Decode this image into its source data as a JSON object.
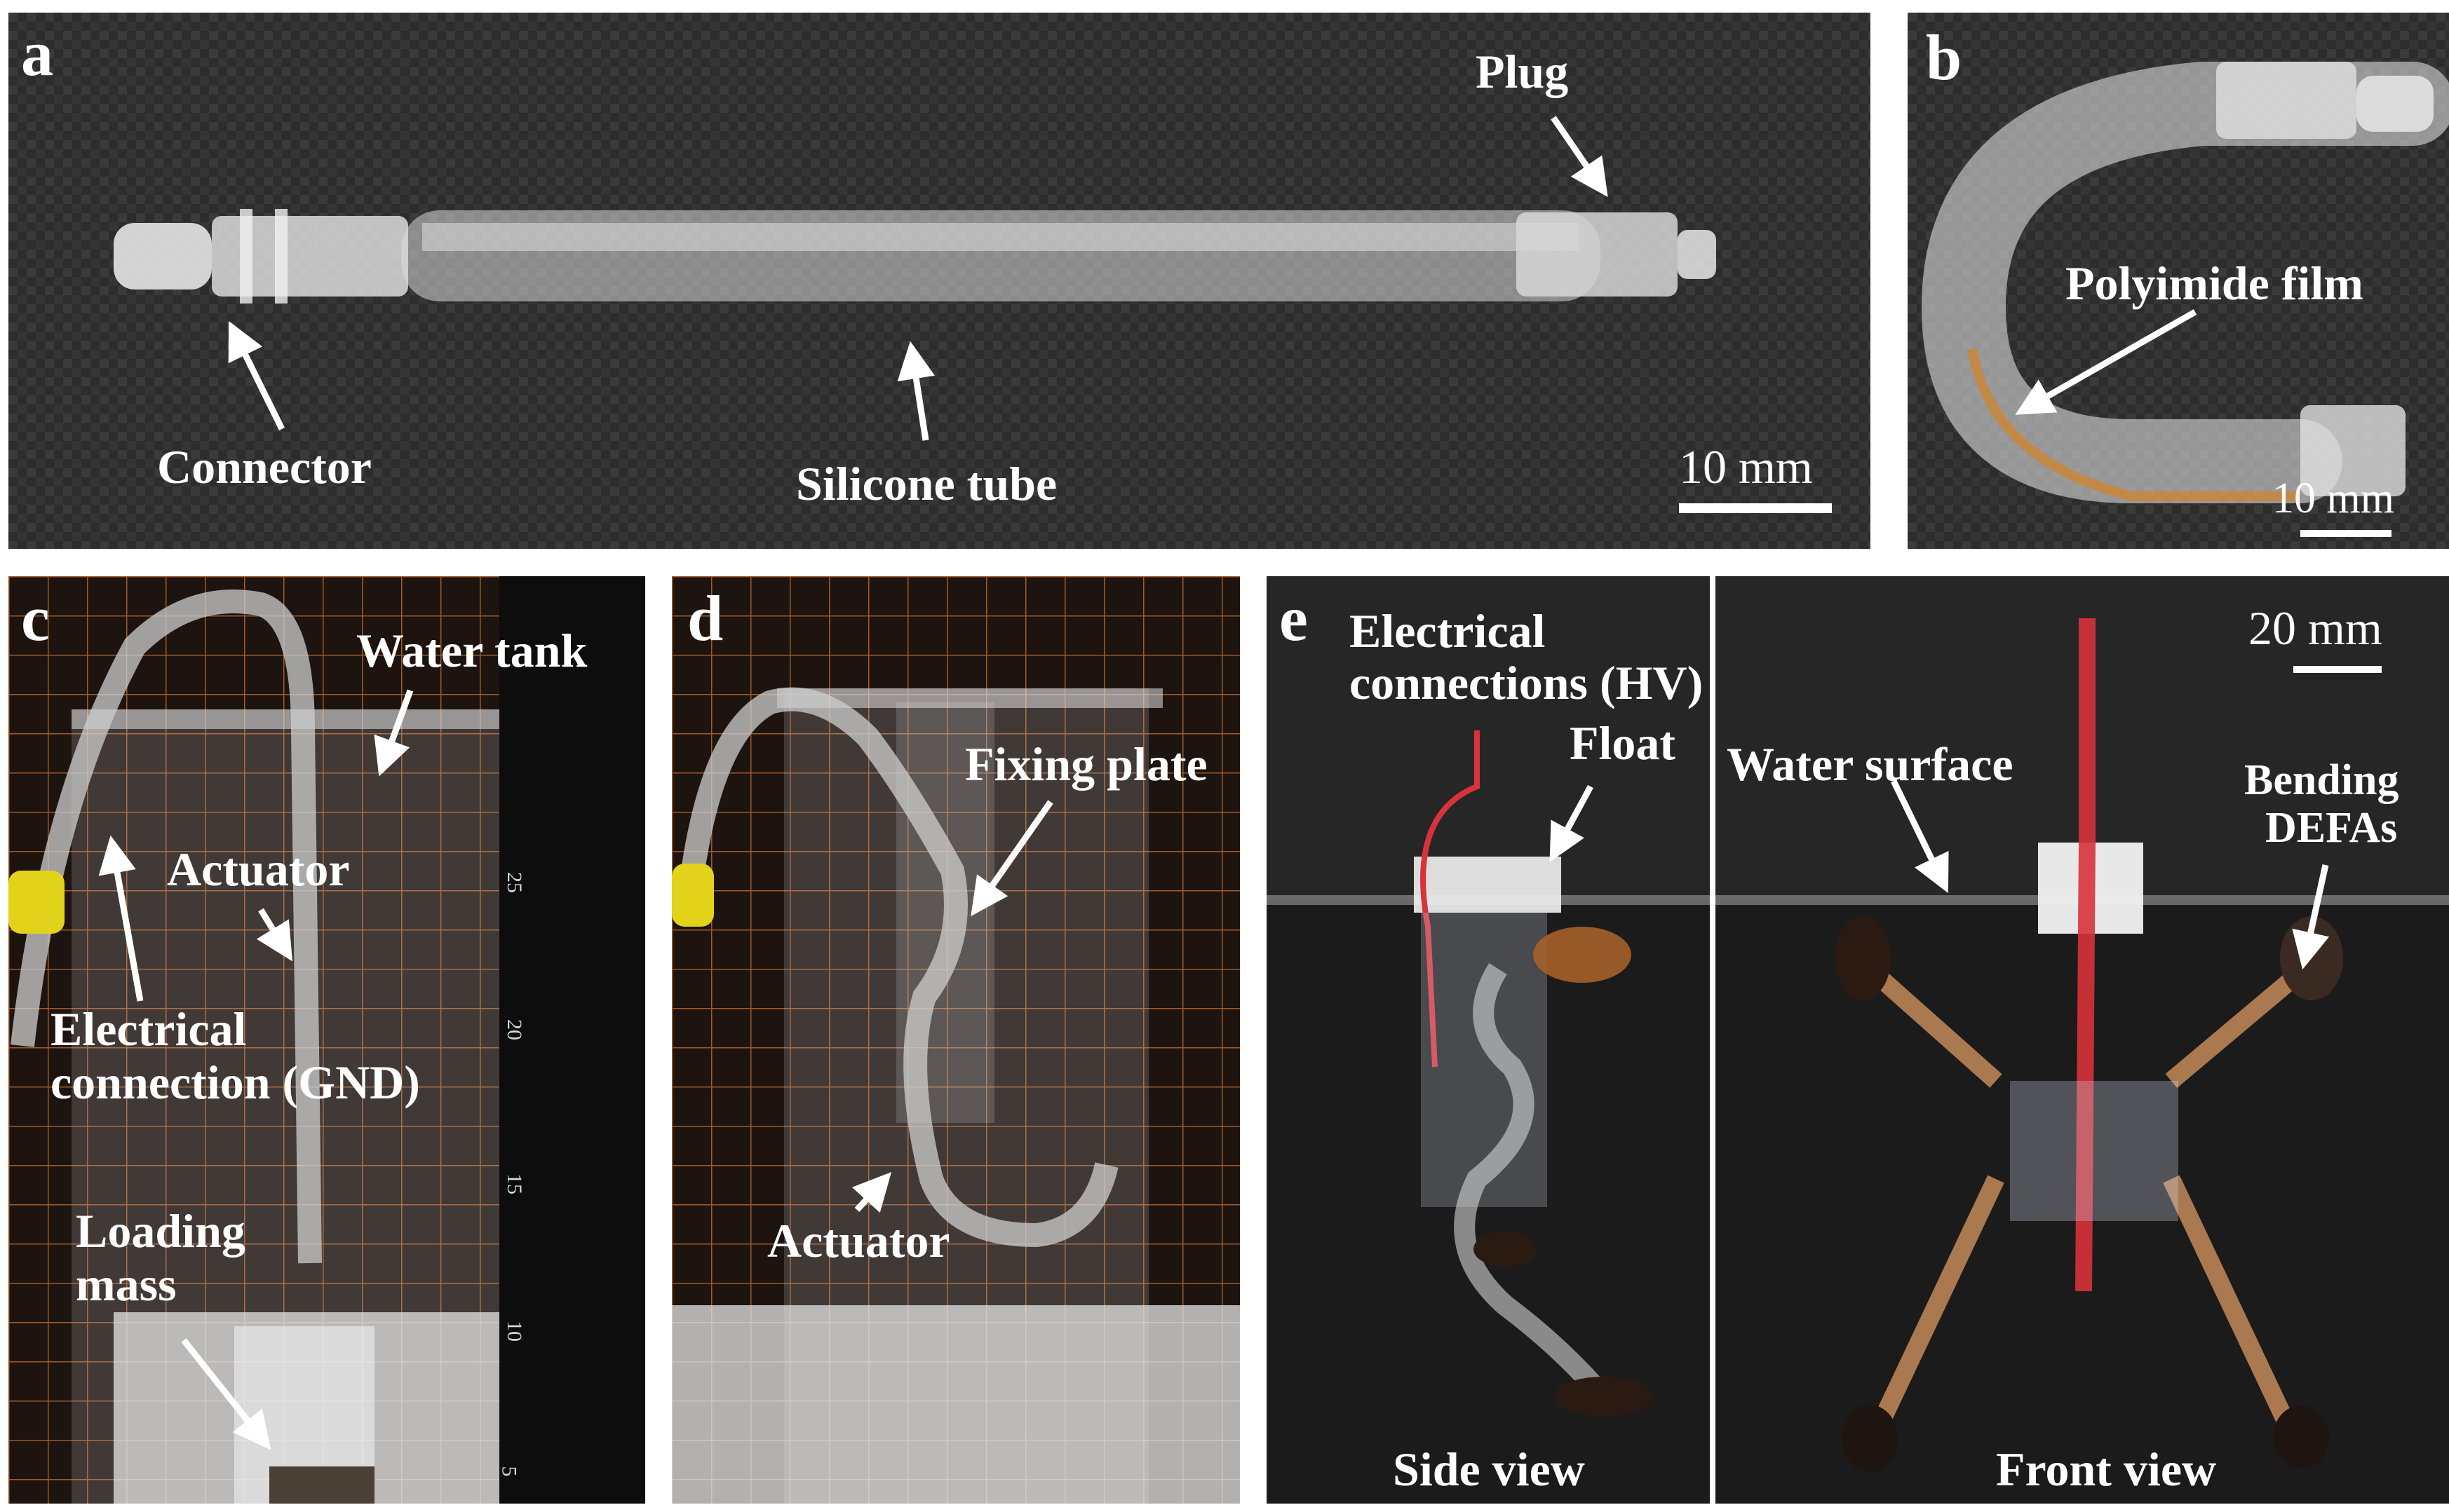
{
  "panels": {
    "a": {
      "label": "a",
      "annotations": {
        "plug": "Plug",
        "connector": "Connector",
        "silicone_tube": "Silicone tube"
      },
      "scale": "10 mm"
    },
    "b": {
      "label": "b",
      "annotations": {
        "polyimide_film": "Polyimide film"
      },
      "scale": "10 mm"
    },
    "c": {
      "label": "c",
      "annotations": {
        "water_tank": "Water tank",
        "actuator": "Actuator",
        "electrical_connection_line1": "Electrical",
        "electrical_connection_line2": "connection (GND)",
        "loading_mass_line1": "Loading",
        "loading_mass_line2": "mass"
      },
      "ruler_ticks": [
        "25",
        "20",
        "15",
        "10",
        "5"
      ]
    },
    "d": {
      "label": "d",
      "annotations": {
        "fixing_plate": "Fixing plate",
        "actuator": "Actuator"
      }
    },
    "e": {
      "label": "e",
      "annotations": {
        "electrical_connections_line1": "Electrical",
        "electrical_connections_line2": "connections (HV)",
        "float": "Float",
        "water_surface": "Water surface",
        "bending_line1": "Bending",
        "bending_line2": "DEFAs",
        "side_view": "Side view",
        "front_view": "Front view"
      },
      "scale": "20 mm"
    }
  },
  "colors": {
    "background": "#ffffff",
    "mat": "#2b2b2b",
    "grid": "#a05a28",
    "label_text": "#ffffff",
    "wires": "#d8323a",
    "clip": "#e3d21a",
    "polyimide": "#c9863a"
  }
}
